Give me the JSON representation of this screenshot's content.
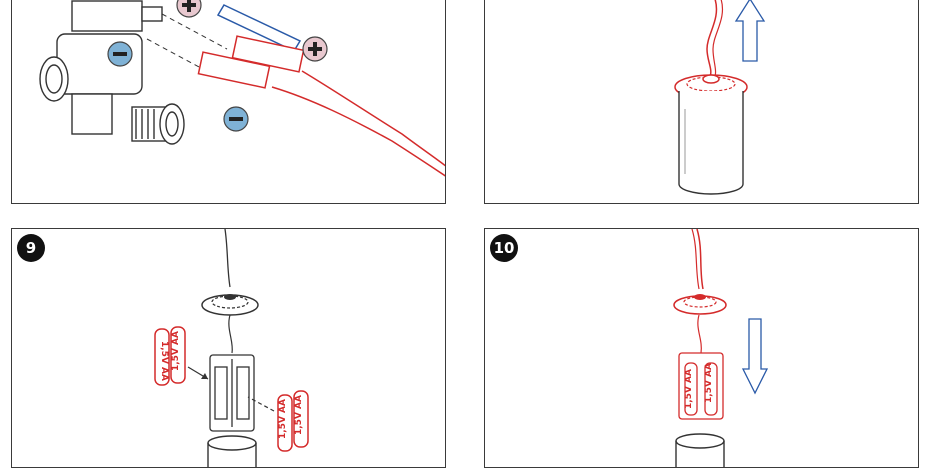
{
  "steps": [
    {
      "number": ""
    },
    {
      "number": ""
    },
    {
      "number": "9"
    },
    {
      "number": "10"
    }
  ],
  "battery_label": "1,5V AA",
  "colors": {
    "wire": "#d42b2b",
    "arrow": "#2a5aa8",
    "minus_terminal": "#7fb2d6",
    "plus_terminal": "#e8c8cf",
    "outline": "#3a3a3a"
  },
  "icons": [
    "plus-terminal-icon",
    "minus-terminal-icon",
    "insert-arrow-icon",
    "remove-arrow-icon"
  ]
}
